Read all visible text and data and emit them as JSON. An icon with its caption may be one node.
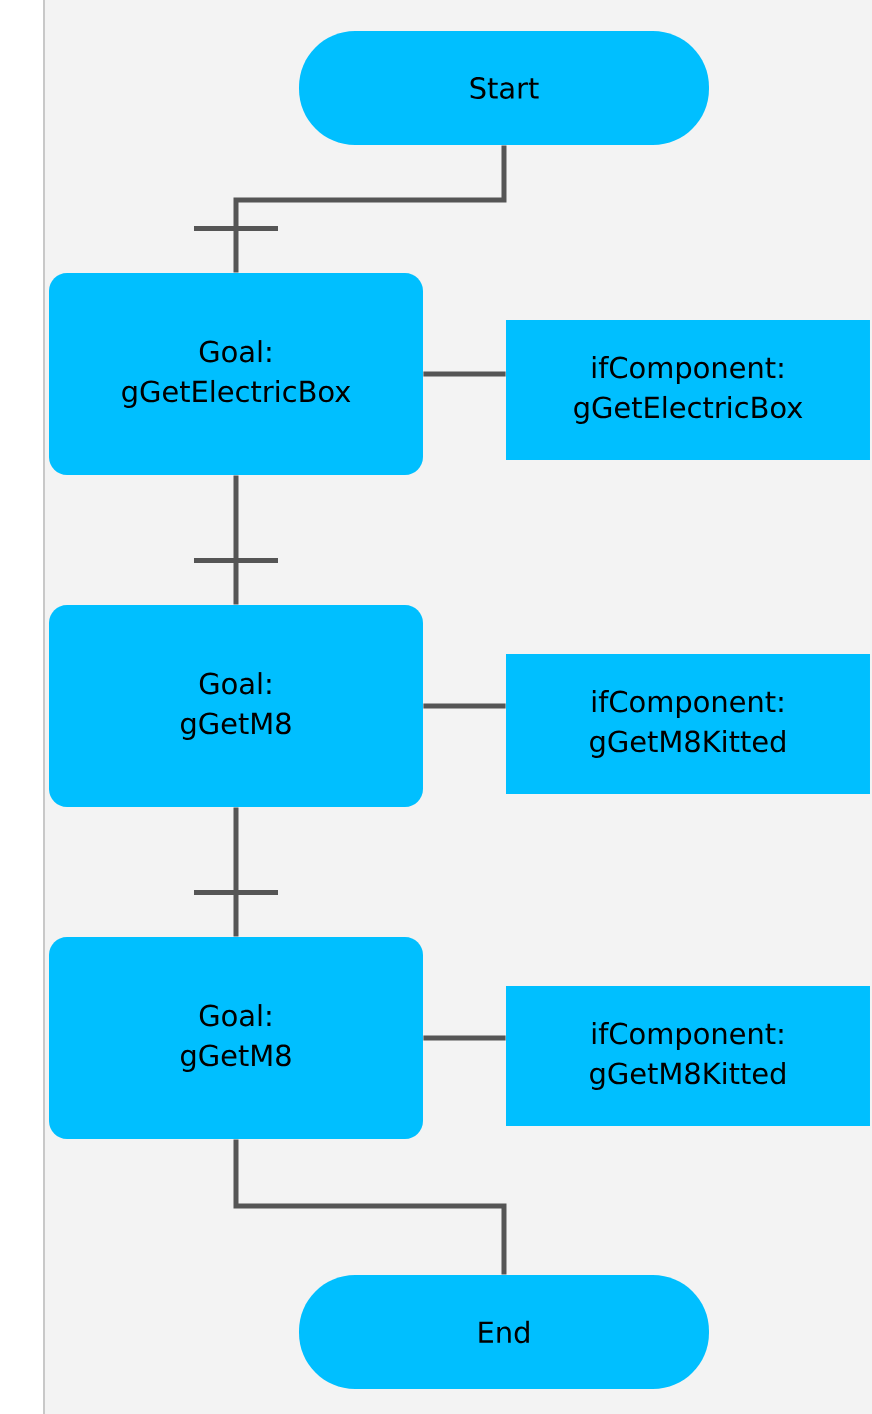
{
  "diagram": {
    "nodes": [
      {
        "text": [
          "Start"
        ]
      },
      {
        "text": [
          "Goal:",
          "gGetElectricBox"
        ]
      },
      {
        "text": [
          "ifComponent:",
          "gGetElectricBox"
        ]
      },
      {
        "text": [
          "Goal:",
          "gGetM8"
        ]
      },
      {
        "text": [
          "ifComponent:",
          "gGetM8Kitted"
        ]
      },
      {
        "text": [
          "Goal:",
          "gGetM8"
        ]
      },
      {
        "text": [
          "ifComponent:",
          "gGetM8Kitted"
        ]
      },
      {
        "text": [
          "End"
        ]
      }
    ],
    "edges": [
      {
        "from": 0,
        "to": 1,
        "arrow": "none"
      },
      {
        "from": 1,
        "to": 2,
        "arrow": "none"
      },
      {
        "from": 1,
        "to": 3,
        "arrow": "none"
      },
      {
        "from": 3,
        "to": 4,
        "arrow": "none"
      },
      {
        "from": 3,
        "to": 5,
        "arrow": "none"
      },
      {
        "from": 5,
        "to": 6,
        "arrow": "none"
      },
      {
        "from": 5,
        "to": 7,
        "arrow": "none"
      }
    ]
  }
}
